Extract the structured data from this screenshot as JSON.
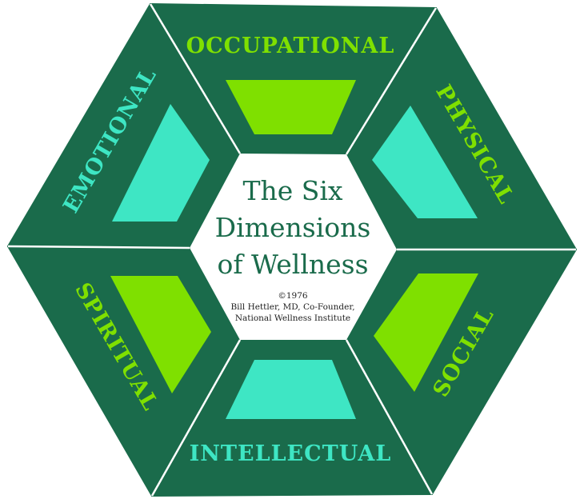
{
  "title_lines": [
    "The Six",
    "Dimensions",
    "of Wellness"
  ],
  "credit_lines": [
    "©1976",
    "Bill Hettler, MD, Co-Founder,",
    "National Wellness Institute"
  ],
  "dimensions": {
    "occupational": "OCCUPATIONAL",
    "physical": "PHYSICAL",
    "social": "SOCIAL",
    "intellectual": "INTELLECTUAL",
    "spiritual": "SPIRITUAL",
    "emotional": "EMOTIONAL"
  },
  "colors": {
    "hexagon": "#1a6b4b",
    "lines": "#ffffff",
    "center": "#ffffff",
    "lime": "#7fe000",
    "aqua": "#3ee6c4",
    "title_text": "#1a6b4b",
    "credit_text": "#1e1e1e"
  }
}
